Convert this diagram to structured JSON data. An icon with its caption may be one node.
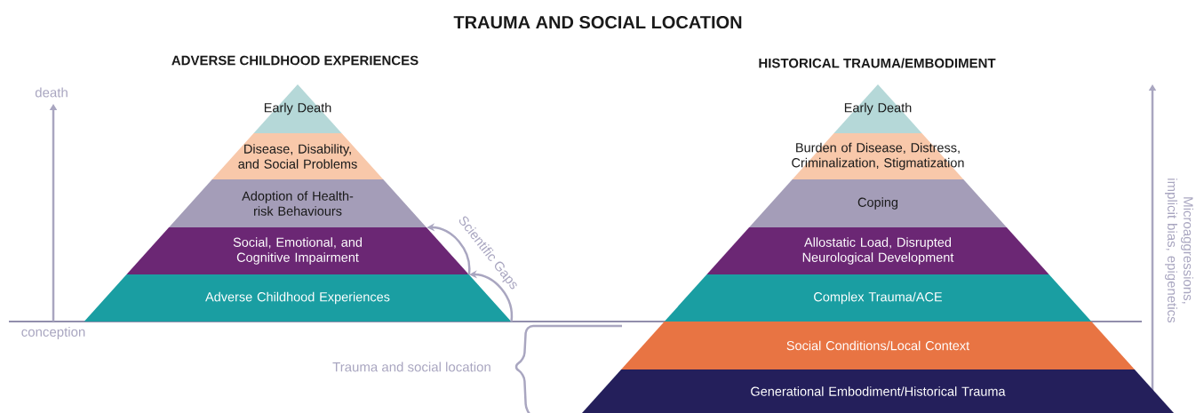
{
  "diagram": {
    "title": "TRAUMA AND SOCIAL LOCATION",
    "nodes": [
      {
        "text": [
          "Early Death"
        ]
      },
      {
        "text": [
          "Disease, Disability, and Social Problems"
        ]
      },
      {
        "text": [
          "Adoption of Health-risk Behaviours"
        ]
      },
      {
        "text": [
          "Social, Emotional, and Cognitive Impairment"
        ]
      },
      {
        "text": [
          "Adverse Childhood Experiences"
        ]
      },
      {
        "text": [
          "Early Death"
        ]
      },
      {
        "text": [
          "Burden of Disease, Distress, Criminalization, Stigmatization"
        ]
      },
      {
        "text": [
          "Coping"
        ]
      },
      {
        "text": [
          "Allostatic Load, Disrupted Neurological Development"
        ]
      },
      {
        "text": [
          "Complex Trauma/ACE"
        ]
      },
      {
        "text": [
          "Social Conditions/Local Context"
        ]
      },
      {
        "text": [
          "Generational Embodiment/Historical Trauma"
        ]
      }
    ],
    "edges": [
      {
        "from": 4,
        "to": 3,
        "arrow": "to"
      },
      {
        "from": 3,
        "to": 2,
        "arrow": "to"
      }
    ],
    "labels": [
      "ADVERSE CHILDHOOD EXPERIENCES",
      "HISTORICAL TRAUMA/EMBODIMENT",
      "death",
      "Scientific Gaps",
      "Microaggressions, implicit bias, epigenetics",
      "conception",
      "Trauma and social location"
    ]
  }
}
